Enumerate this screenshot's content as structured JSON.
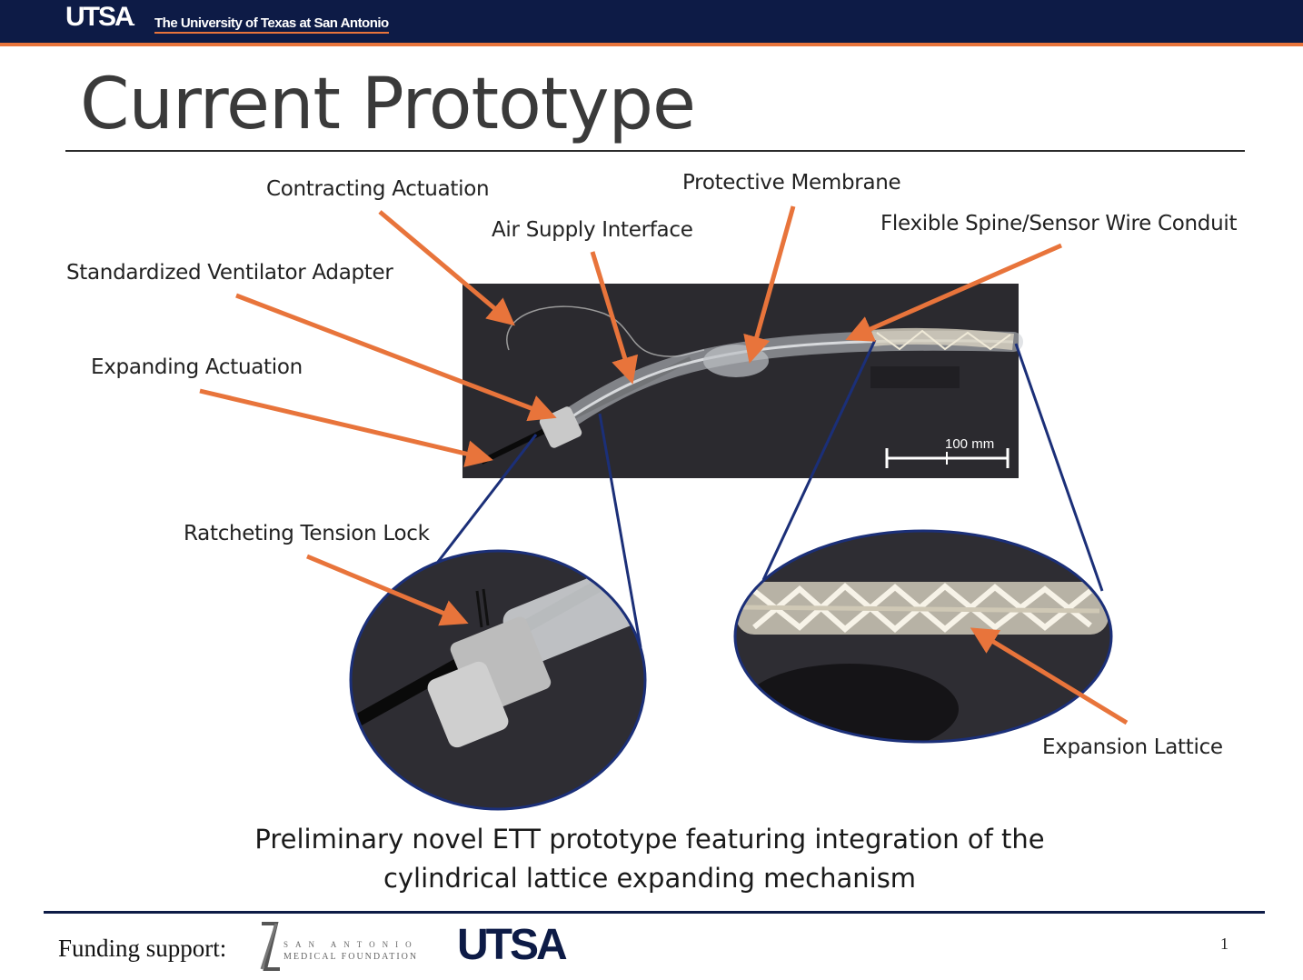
{
  "header": {
    "logo_text": "UTSA",
    "tagline": "The University of Texas at San Antonio"
  },
  "title": "Current Prototype",
  "labels": {
    "contracting_actuation": "Contracting Actuation",
    "protective_membrane": "Protective Membrane",
    "air_supply_interface": "Air Supply Interface",
    "flexible_spine": "Flexible Spine/Sensor Wire Conduit",
    "standardized_ventilator_adapter": "Standardized Ventilator Adapter",
    "expanding_actuation": "Expanding Actuation",
    "ratcheting_tension_lock": "Ratcheting Tension Lock",
    "expansion_lattice": "Expansion Lattice"
  },
  "scale_bar": "100 mm",
  "caption": {
    "line1": "Preliminary novel ETT prototype featuring integration of the",
    "line2": "cylindrical lattice expanding mechanism"
  },
  "footer": {
    "funding_label": "Funding support:",
    "sponsor_line1": "SAN ANTONIO",
    "sponsor_line2": "MEDICAL FOUNDATION",
    "utsa_logo": "UTSA",
    "page_number": "1"
  },
  "colors": {
    "navy": "#0d1b46",
    "orange": "#e8743b",
    "photo_background": "#2b2a2f"
  }
}
